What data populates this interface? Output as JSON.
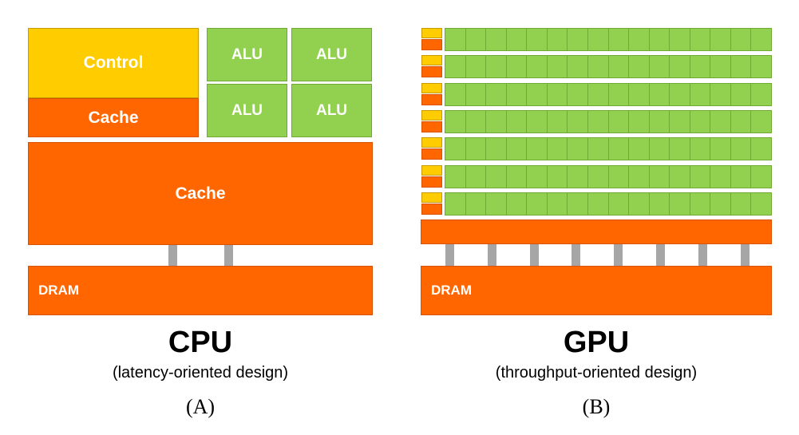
{
  "cpu": {
    "control_label": "Control",
    "cache_small_label": "Cache",
    "alu_labels": [
      "ALU",
      "ALU",
      "ALU",
      "ALU"
    ],
    "cache_large_label": "Cache",
    "dram_label": "DRAM",
    "title": "CPU",
    "subtitle": "(latency-oriented design)",
    "panel_label": "(A)",
    "bus_count": 2
  },
  "gpu": {
    "core_rows": 7,
    "alus_per_row": 16,
    "dram_label": "DRAM",
    "title": "GPU",
    "subtitle": "(throughput-oriented design)",
    "panel_label": "(B)",
    "bus_count": 8
  },
  "colors": {
    "control": "#ffcc00",
    "cache": "#ff6600",
    "alu": "#92d050",
    "bus": "#a6a6a6"
  }
}
